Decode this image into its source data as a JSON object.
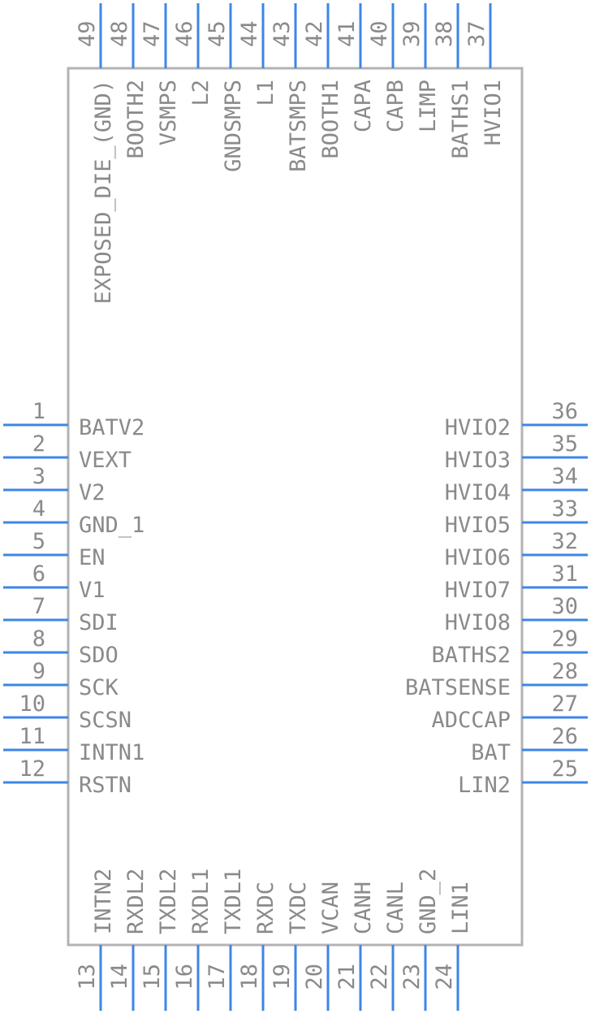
{
  "component": {
    "pins_left": [
      {
        "num": "1",
        "name": "BATV2"
      },
      {
        "num": "2",
        "name": "VEXT"
      },
      {
        "num": "3",
        "name": "V2"
      },
      {
        "num": "4",
        "name": "GND_1"
      },
      {
        "num": "5",
        "name": "EN"
      },
      {
        "num": "6",
        "name": "V1"
      },
      {
        "num": "7",
        "name": "SDI"
      },
      {
        "num": "8",
        "name": "SDO"
      },
      {
        "num": "9",
        "name": "SCK"
      },
      {
        "num": "10",
        "name": "SCSN"
      },
      {
        "num": "11",
        "name": "INTN1"
      },
      {
        "num": "12",
        "name": "RSTN"
      }
    ],
    "pins_right": [
      {
        "num": "36",
        "name": "HVIO2"
      },
      {
        "num": "35",
        "name": "HVIO3"
      },
      {
        "num": "34",
        "name": "HVIO4"
      },
      {
        "num": "33",
        "name": "HVIO5"
      },
      {
        "num": "32",
        "name": "HVIO6"
      },
      {
        "num": "31",
        "name": "HVIO7"
      },
      {
        "num": "30",
        "name": "HVIO8"
      },
      {
        "num": "29",
        "name": "BATHS2"
      },
      {
        "num": "28",
        "name": "BATSENSE"
      },
      {
        "num": "27",
        "name": "ADCCAP"
      },
      {
        "num": "26",
        "name": "BAT"
      },
      {
        "num": "25",
        "name": "LIN2"
      }
    ],
    "pins_top": [
      {
        "num": "49",
        "name": "EXPOSED_DIE_(GND)"
      },
      {
        "num": "48",
        "name": "BOOTH2"
      },
      {
        "num": "47",
        "name": "VSMPS"
      },
      {
        "num": "46",
        "name": "L2"
      },
      {
        "num": "45",
        "name": "GNDSMPS"
      },
      {
        "num": "44",
        "name": "L1"
      },
      {
        "num": "43",
        "name": "BATSMPS"
      },
      {
        "num": "42",
        "name": "BOOTH1"
      },
      {
        "num": "41",
        "name": "CAPA"
      },
      {
        "num": "40",
        "name": "CAPB"
      },
      {
        "num": "39",
        "name": "LIMP"
      },
      {
        "num": "38",
        "name": "BATHS1"
      },
      {
        "num": "37",
        "name": "HVIO1"
      }
    ],
    "pins_bottom": [
      {
        "num": "13",
        "name": "INTN2"
      },
      {
        "num": "14",
        "name": "RXDL2"
      },
      {
        "num": "15",
        "name": "TXDL2"
      },
      {
        "num": "16",
        "name": "RXDL1"
      },
      {
        "num": "17",
        "name": "TXDL1"
      },
      {
        "num": "18",
        "name": "RXDC"
      },
      {
        "num": "19",
        "name": "TXDC"
      },
      {
        "num": "20",
        "name": "VCAN"
      },
      {
        "num": "21",
        "name": "CANH"
      },
      {
        "num": "22",
        "name": "CANL"
      },
      {
        "num": "23",
        "name": "GND_2"
      },
      {
        "num": "24",
        "name": "LIN1"
      }
    ]
  },
  "colors": {
    "pin": "#3d86e8",
    "body_outline": "#b3b3b3",
    "text": "#8a8a8a"
  }
}
